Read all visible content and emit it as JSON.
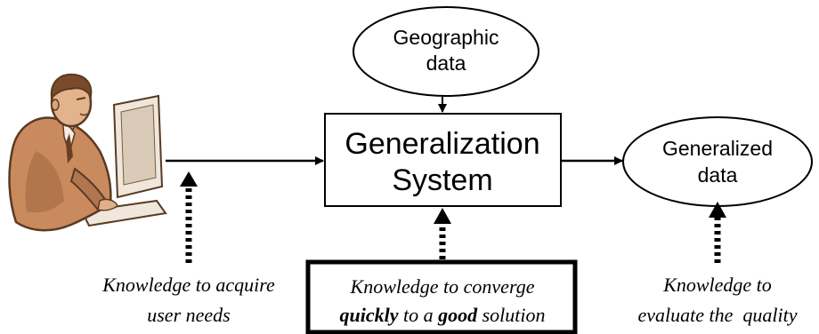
{
  "nodes": {
    "geographic_data": {
      "line1": "Geographic",
      "line2": "data"
    },
    "generalization_system": {
      "line1": "Generalization",
      "line2": "System"
    },
    "generalized_data": {
      "line1": "Generalized",
      "line2": "data"
    }
  },
  "knowledge": {
    "acquire": {
      "line1": "Knowledge to acquire",
      "line2": "user needs"
    },
    "converge": {
      "line1": "Knowledge to converge",
      "line2_bold1": "quickly",
      "line2_mid": " to a ",
      "line2_bold2": "good",
      "line2_end": " solution"
    },
    "evaluate": {
      "line1": "Knowledge to",
      "line2": "evaluate the  quality"
    }
  },
  "icons": {
    "user": "user-at-computer-icon"
  },
  "colors": {
    "stroke": "#000000",
    "skin": "#c98a5e",
    "suit": "#8a5a3a",
    "screen": "#e8e0d4"
  }
}
